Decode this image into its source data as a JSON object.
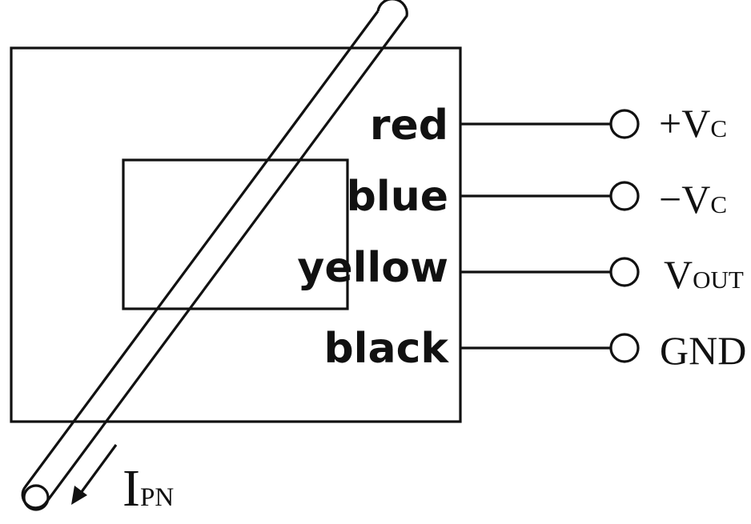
{
  "wires": [
    {
      "color_label": "red",
      "terminal": {
        "main": "+V",
        "sub": "C"
      }
    },
    {
      "color_label": "blue",
      "terminal": {
        "main": "−V",
        "sub": "C"
      }
    },
    {
      "color_label": "yellow",
      "terminal": {
        "main": "V",
        "sub": "OUT"
      }
    },
    {
      "color_label": "black",
      "terminal": {
        "main": "GND",
        "sub": ""
      }
    }
  ],
  "current": {
    "main": "I",
    "sub": "PN"
  }
}
